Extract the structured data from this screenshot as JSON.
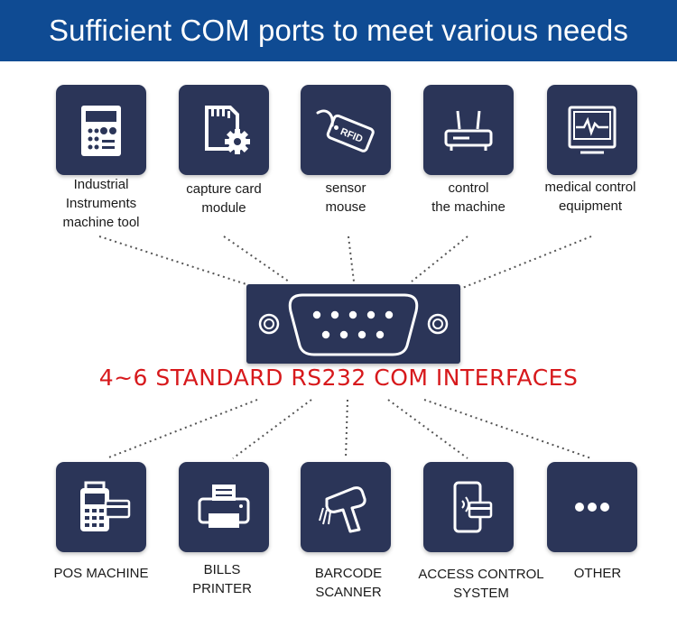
{
  "header": {
    "title": "Sufficient COM ports to meet various needs"
  },
  "interfaces_label": "4~6 STANDARD RS232 COM INTERFACES",
  "colors": {
    "banner": "#0f4b93",
    "tile": "#2b3558",
    "accent": "#d7191c"
  },
  "top_items": [
    {
      "icon": "instrument-panel-icon",
      "lines": [
        "Industrial",
        "Instruments",
        "machine tool"
      ]
    },
    {
      "icon": "sd-card-gear-icon",
      "lines": [
        "capture card",
        "module"
      ]
    },
    {
      "icon": "rfid-tag-icon",
      "icon_text": "RFID",
      "lines": [
        "sensor",
        "mouse"
      ]
    },
    {
      "icon": "router-icon",
      "lines": [
        "control",
        "the machine"
      ]
    },
    {
      "icon": "heart-monitor-icon",
      "lines": [
        "medical control",
        "equipment"
      ]
    }
  ],
  "bottom_items": [
    {
      "icon": "pos-terminal-icon",
      "lines": [
        "POS MACHINE"
      ]
    },
    {
      "icon": "receipt-printer-icon",
      "lines": [
        "BILLS",
        "PRINTER"
      ]
    },
    {
      "icon": "barcode-scanner-icon",
      "lines": [
        "BARCODE",
        "SCANNER"
      ]
    },
    {
      "icon": "card-reader-icon",
      "lines": [
        "ACCESS CONTROL",
        "SYSTEM"
      ]
    },
    {
      "icon": "more-dots-icon",
      "lines": [
        "OTHER"
      ]
    }
  ]
}
